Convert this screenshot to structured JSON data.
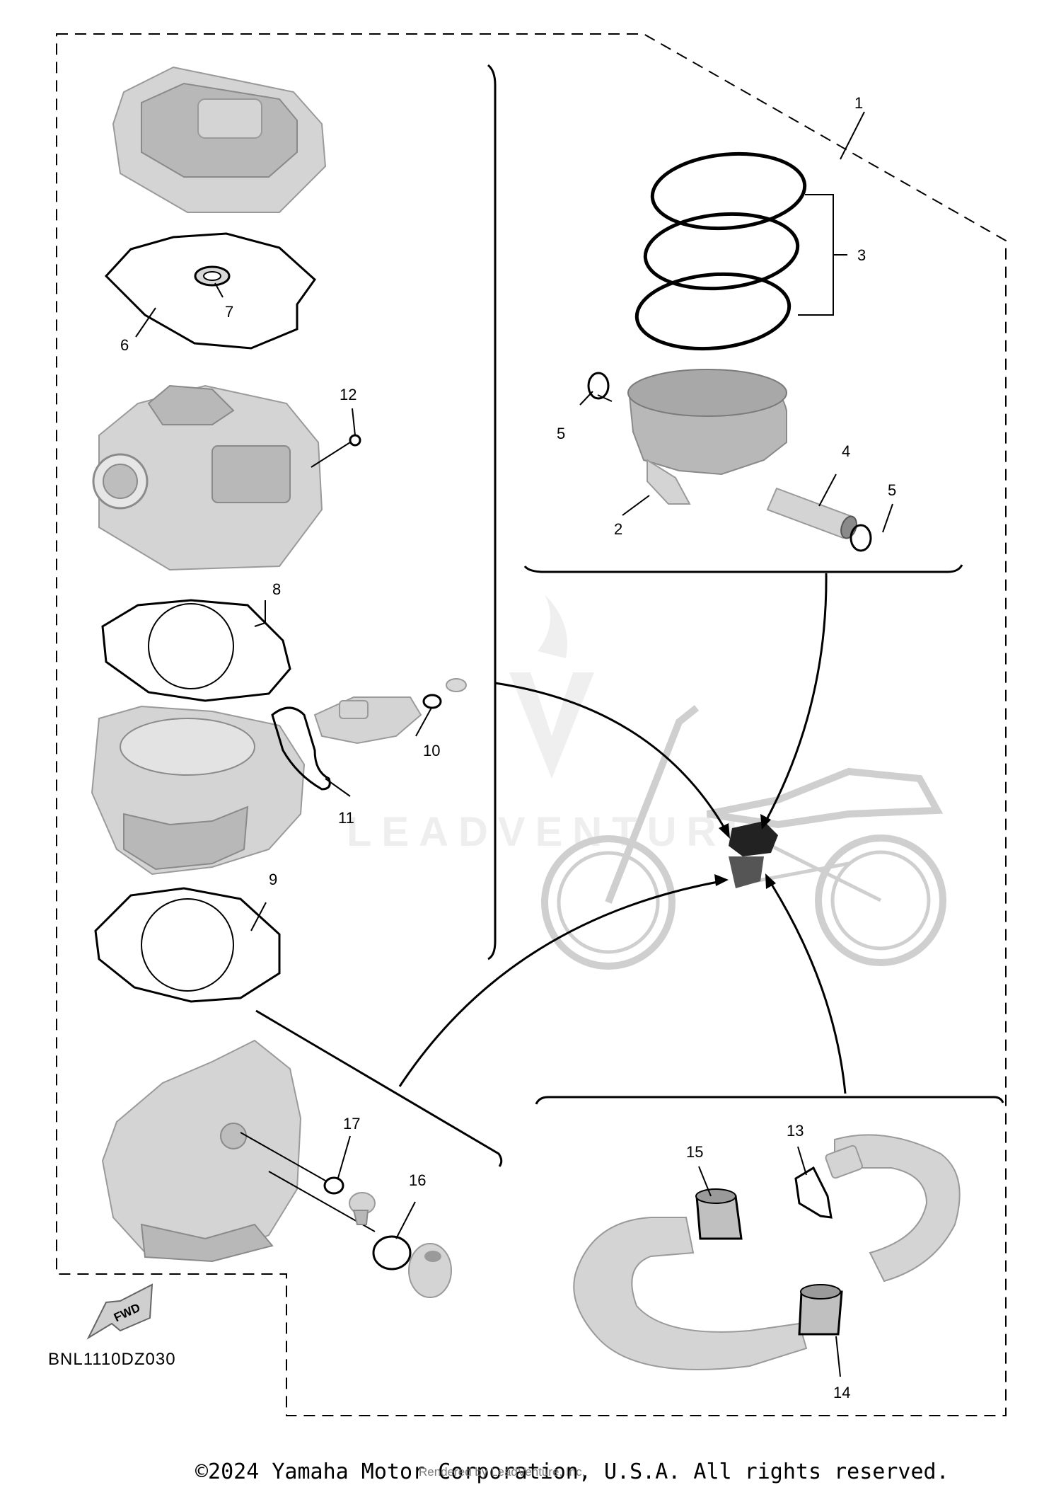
{
  "diagram": {
    "code": "BNL1110DZ030",
    "fwd_label": "FWD",
    "watermark": "LEADVENTURE",
    "callouts": [
      "1",
      "2",
      "3",
      "4",
      "5",
      "5",
      "6",
      "7",
      "8",
      "9",
      "10",
      "11",
      "12",
      "13",
      "14",
      "15",
      "16",
      "17"
    ]
  },
  "footer": {
    "copyright": "©2024 Yamaha Motor Corporation, U.S.A. All rights reserved.",
    "rendered_by": "Rendered by LeadVenture, Inc."
  }
}
